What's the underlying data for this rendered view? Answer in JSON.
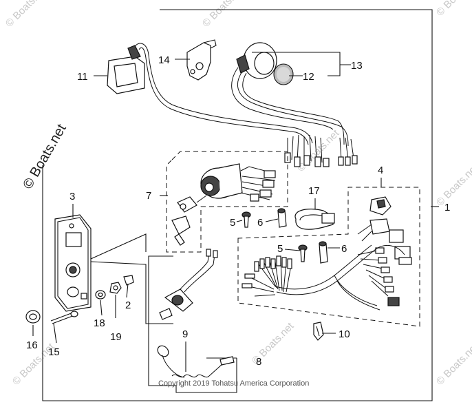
{
  "callouts": {
    "c1": "1",
    "c2": "2",
    "c3": "3",
    "c4": "4",
    "c5a": "5",
    "c5b": "5",
    "c6a": "6",
    "c6b": "6",
    "c7": "7",
    "c8": "8",
    "c9": "9",
    "c10": "10",
    "c11": "11",
    "c12": "12",
    "c13": "13",
    "c14": "14",
    "c15": "15",
    "c16": "16",
    "c17": "17",
    "c18": "18",
    "c19": "19"
  },
  "watermark": "© Boats.net",
  "brand_mark": "© Boats.net",
  "copyright": "Copyright 2019 Tohatsu America Corporation"
}
